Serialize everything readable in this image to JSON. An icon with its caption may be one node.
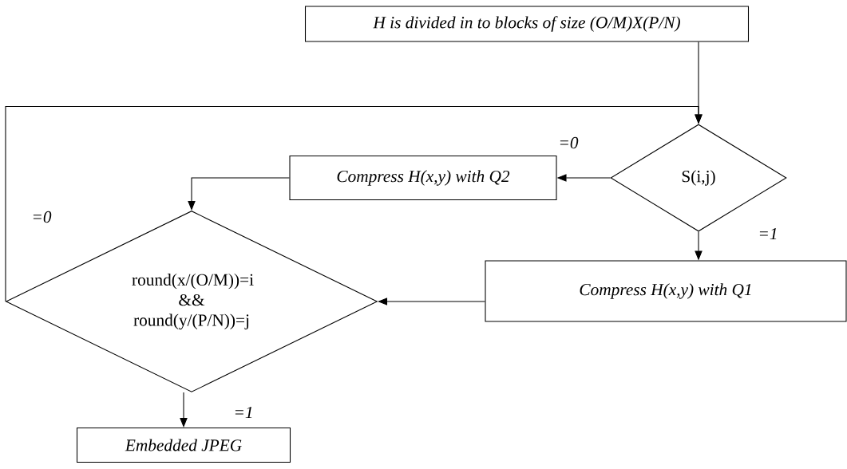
{
  "diagram": {
    "nodes": [
      {
        "text": [
          "H is divided in to blocks of size (O/M)X(P/N)"
        ]
      },
      {
        "text": [
          "S(i,j)"
        ]
      },
      {
        "text": [
          "Compress H(x,y) with Q2"
        ]
      },
      {
        "text": [
          "round(x/(O/M))=i && round(y/(P/N))=j"
        ]
      },
      {
        "text": [
          "Compress H(x,y) with Q1"
        ]
      },
      {
        "text": [
          "Embedded JPEG"
        ]
      }
    ],
    "edges": [
      {
        "from": 0,
        "to": 1,
        "arrow": "to"
      },
      {
        "from": 1,
        "to": 2,
        "arrow": "to",
        "label": "=0"
      },
      {
        "from": 1,
        "to": 4,
        "arrow": "to",
        "label": "=1"
      },
      {
        "from": 2,
        "to": 3,
        "arrow": "to"
      },
      {
        "from": 4,
        "to": 3,
        "arrow": "to"
      },
      {
        "from": 3,
        "to": 5,
        "arrow": "to",
        "label": "=1"
      },
      {
        "from": 3,
        "to": 1,
        "arrow": "to",
        "label": "=0"
      }
    ]
  }
}
